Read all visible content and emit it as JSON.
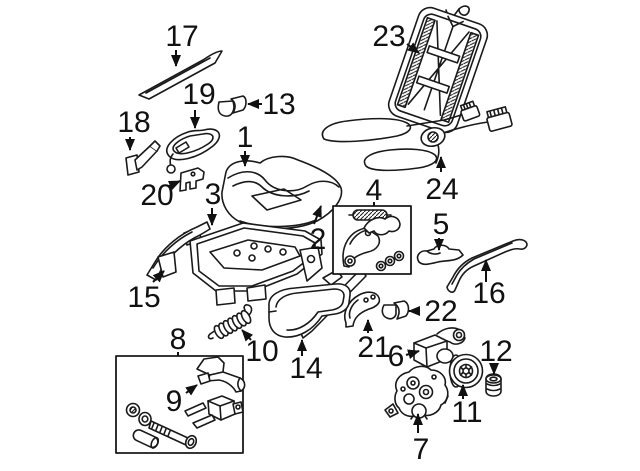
{
  "diagram": {
    "kind": "exploded-parts-diagram",
    "subject": "vehicle front seat components",
    "background_color": "#ffffff",
    "line_color": "#1a1a1a",
    "label_color": "#111111",
    "callouts": [
      {
        "label": "1",
        "part": "seat-cushion-cover"
      },
      {
        "label": "2",
        "part": "seat-cushion-pad"
      },
      {
        "label": "3",
        "part": "seat-frame"
      },
      {
        "label": "4",
        "part": "recliner-hardware-kit"
      },
      {
        "label": "5",
        "part": "side-support-bracket"
      },
      {
        "label": "6",
        "part": "adjuster-motor"
      },
      {
        "label": "7",
        "part": "gear-assembly"
      },
      {
        "label": "8",
        "part": "handle-hardware-kit"
      },
      {
        "label": "9",
        "part": "adjuster-handle"
      },
      {
        "label": "10",
        "part": "tension-spring"
      },
      {
        "label": "11",
        "part": "drive-pulley"
      },
      {
        "label": "12",
        "part": "bushing"
      },
      {
        "label": "13",
        "part": "cable-clip"
      },
      {
        "label": "14",
        "part": "side-trim-panel"
      },
      {
        "label": "15",
        "part": "front-trim-strip"
      },
      {
        "label": "16",
        "part": "side-rail-trim"
      },
      {
        "label": "17",
        "part": "upper-trim-strip"
      },
      {
        "label": "18",
        "part": "mount-bracket"
      },
      {
        "label": "19",
        "part": "release-cable"
      },
      {
        "label": "20",
        "part": "latch-bracket"
      },
      {
        "label": "21",
        "part": "lever-plate"
      },
      {
        "label": "22",
        "part": "knob"
      },
      {
        "label": "23",
        "part": "seat-back-panel"
      },
      {
        "label": "24",
        "part": "wiring-harness"
      }
    ]
  }
}
